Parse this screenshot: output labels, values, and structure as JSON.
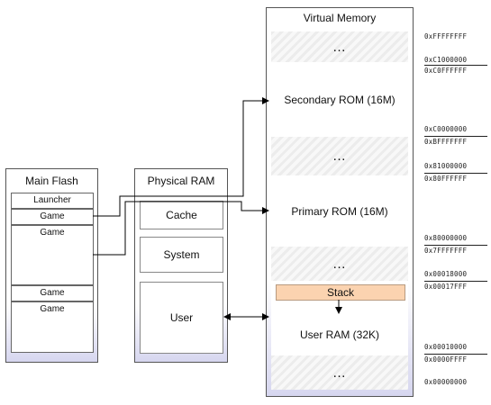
{
  "main_flash": {
    "title": "Main Flash",
    "items": [
      "Launcher",
      "Game",
      "Game",
      "Game",
      "Game"
    ]
  },
  "physical_ram": {
    "title": "Physical RAM",
    "items": [
      "Cache",
      "System",
      "User"
    ]
  },
  "virtual_memory": {
    "title": "Virtual Memory",
    "ellipsis": "…",
    "secondary_rom": "Secondary ROM (16M)",
    "primary_rom": "Primary ROM (16M)",
    "stack": "Stack",
    "user_ram": "User RAM (32K)"
  },
  "addresses": {
    "a0": "0xFFFFFFFF",
    "a1": "0xC1000000",
    "a2": "0xC0FFFFFF",
    "a3": "0xC0000000",
    "a4": "0xBFFFFFFF",
    "a5": "0x81000000",
    "a6": "0x80FFFFFF",
    "a7": "0x80000000",
    "a8": "0x7FFFFFFF",
    "a9": "0x00018000",
    "a10": "0x00017FFF",
    "a11": "0x00010000",
    "a12": "0x0000FFFF",
    "a13": "0x00000000"
  },
  "colors": {
    "stack_fill": "#fbd3b0",
    "box_gradient_bottom": "#d6d6ef"
  }
}
